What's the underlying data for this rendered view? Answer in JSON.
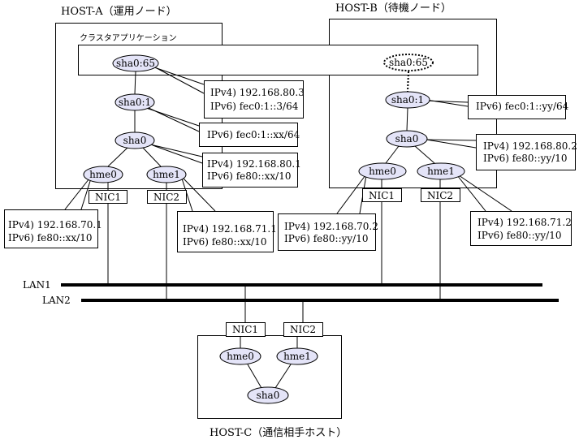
{
  "host_a": {
    "title": "HOST-A（運用ノード）",
    "cluster_app_label": "クラスタアプリケーション",
    "sha0_65": "sha0:65",
    "sha0_1": "sha0:1",
    "sha0": "sha0",
    "hme0": "hme0",
    "hme1": "hme1",
    "nic1": "NIC1",
    "nic2": "NIC2",
    "callout_sha0_65": [
      "IPv4) 192.168.80.3",
      "IPv6) fec0:1::3/64"
    ],
    "callout_sha0_1": [
      "IPv6) fec0:1::xx/64"
    ],
    "callout_sha0": [
      "IPv4) 192.168.80.1",
      "IPv6) fe80::xx/10"
    ],
    "callout_hme0": [
      "IPv4) 192.168.70.1",
      "IPv6) fe80::xx/10"
    ],
    "callout_hme1": [
      "IPv4) 192.168.71.1",
      "IPv6) fe80::xx/10"
    ]
  },
  "host_b": {
    "title": "HOST-B（待機ノード）",
    "sha0_65": "sha0:65",
    "sha0_1": "sha0:1",
    "sha0": "sha0",
    "hme0": "hme0",
    "hme1": "hme1",
    "nic1": "NIC1",
    "nic2": "NIC2",
    "callout_sha0_1": [
      "IPv6) fec0:1::yy/64"
    ],
    "callout_sha0": [
      "IPv4) 192.168.80.2",
      "IPv6) fe80::yy/10"
    ],
    "callout_hme0": [
      "IPv4) 192.168.70.2",
      "IPv6) fe80::yy/10"
    ],
    "callout_hme1": [
      "IPv4) 192.168.71.2",
      "IPv6) fe80::yy/10"
    ]
  },
  "lan": {
    "lan1": "LAN1",
    "lan2": "LAN2"
  },
  "host_c": {
    "title": "HOST-C（通信相手ホスト）",
    "nic1": "NIC1",
    "nic2": "NIC2",
    "hme0": "hme0",
    "hme1": "hme1",
    "sha0": "sha0"
  }
}
